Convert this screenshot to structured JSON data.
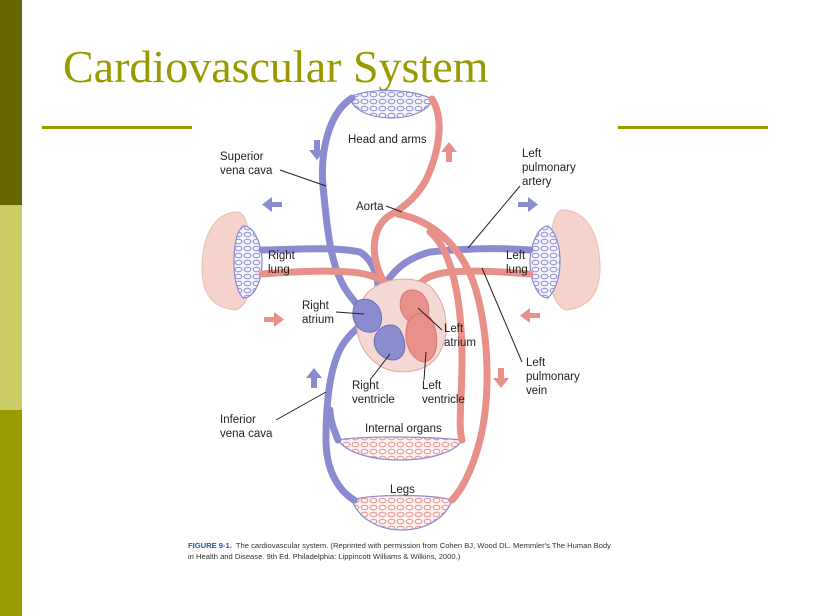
{
  "slide": {
    "title": "Cardiovascular System",
    "colors": {
      "title": "#999900",
      "sidebar": [
        "#666600",
        "#999900",
        "#cccc66",
        "#999900"
      ],
      "oxygen_poor": "#8b8bd0",
      "oxygen_rich": "#e8908a",
      "lung": "#f6d2cc"
    }
  },
  "diagram": {
    "labels": {
      "head_arms": "Head and arms",
      "superior_vena_cava_1": "Superior",
      "superior_vena_cava_2": "vena cava",
      "left_pulmonary_artery_1": "Left",
      "left_pulmonary_artery_2": "pulmonary",
      "left_pulmonary_artery_3": "artery",
      "aorta": "Aorta",
      "right_lung_1": "Right",
      "right_lung_2": "lung",
      "left_lung_1": "Left",
      "left_lung_2": "lung",
      "right_atrium_1": "Right",
      "right_atrium_2": "atrium",
      "left_atrium_1": "Left",
      "left_atrium_2": "atrium",
      "left_pulmonary_vein_1": "Left",
      "left_pulmonary_vein_2": "pulmonary",
      "left_pulmonary_vein_3": "vein",
      "right_ventricle_1": "Right",
      "right_ventricle_2": "ventricle",
      "left_ventricle_1": "Left",
      "left_ventricle_2": "ventricle",
      "inferior_vena_cava_1": "Inferior",
      "inferior_vena_cava_2": "vena cava",
      "internal_organs": "Internal organs",
      "legs": "Legs"
    }
  },
  "caption": {
    "figure_label": "FIGURE 9-1.",
    "text": "The cardiovascular system. (Reprinted with permission from Cohen BJ, Wood DL. Memmler's The Human Body in Health and Disease. 9th Ed. Philadelphia: Lippincott Williams & Wilkins, 2000.)"
  }
}
